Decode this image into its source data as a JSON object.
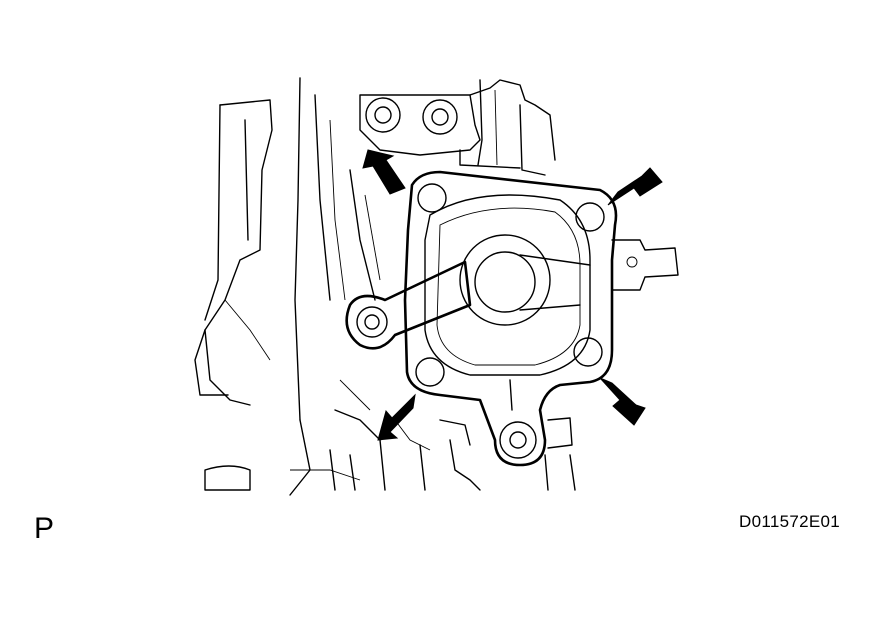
{
  "labels": {
    "view_code": "P",
    "figure_id": "D011572E01"
  },
  "colors": {
    "line": "#000000",
    "background": "#ffffff"
  },
  "callouts": {
    "bolt_arrows": 4,
    "icon": "arrow-icon"
  }
}
